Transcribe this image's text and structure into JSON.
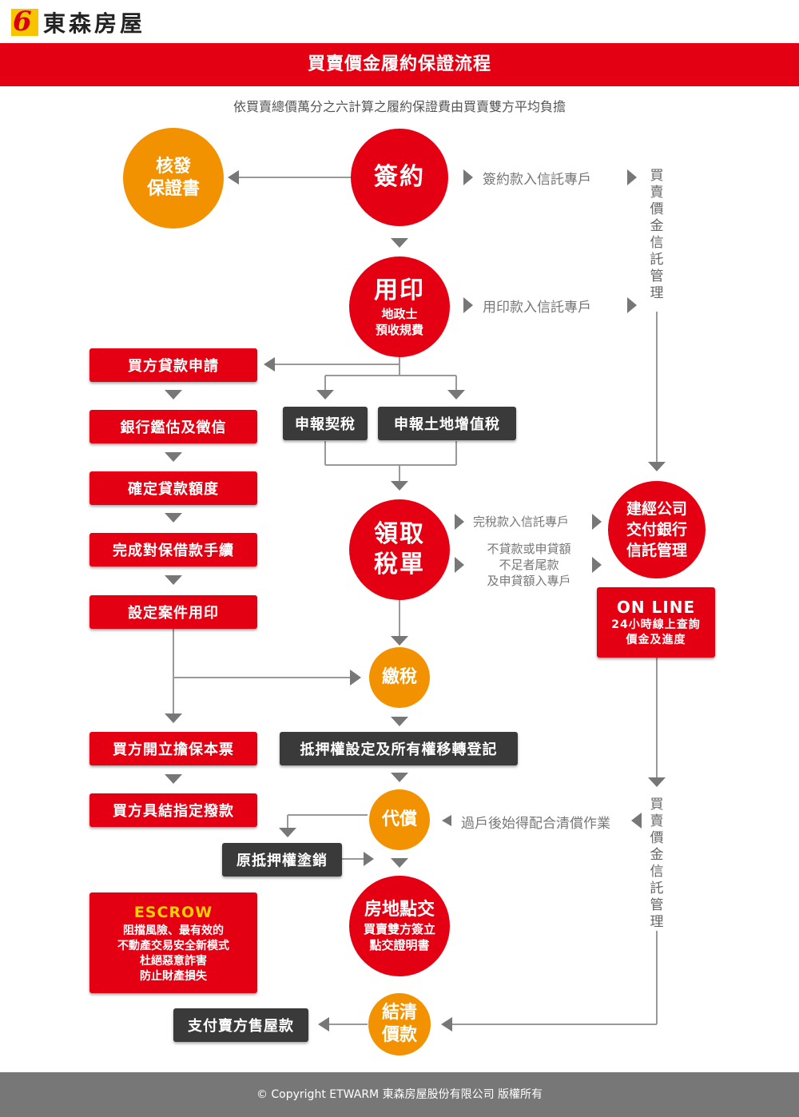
{
  "brand": {
    "mark": "6",
    "name": "東森房屋"
  },
  "title": "買賣價金履約保證流程",
  "subtitle": "依買賣總價萬分之六計算之履約保證費由買賣雙方平均負擔",
  "nodes": {
    "certificate": [
      "核發",
      "保證書"
    ],
    "signing": "簽約",
    "stamp": {
      "title": "用印",
      "sub1": "地政士",
      "sub2": "預收規費"
    },
    "tax_bill": [
      "領取",
      "稅單"
    ],
    "pay_tax": "繳稅",
    "payoff": "代償",
    "handover": {
      "title": "房地點交",
      "sub1": "買賣雙方簽立",
      "sub2": "點交證明書"
    },
    "settle": [
      "結清",
      "價款"
    ],
    "construction": [
      "建經公司",
      "交付銀行",
      "信託管理"
    ]
  },
  "buyer_steps": [
    "買方貸款申請",
    "銀行鑑估及徵信",
    "確定貸款額度",
    "完成對保借款手續",
    "設定案件用印",
    "買方開立擔保本票",
    "買方具結指定撥款"
  ],
  "boxes": {
    "deed_tax": "申報契稅",
    "land_tax": "申報土地增值稅",
    "mortgage_reg": "抵押權設定及所有權移轉登記",
    "cancel_mortgage": "原抵押權塗銷",
    "pay_seller": "支付賣方售屋款"
  },
  "labels": {
    "sign_deposit": "簽約款入信託專戶",
    "stamp_deposit": "用印款入信託專戶",
    "tax_deposit": "完稅款入信託專戶",
    "loan_note": [
      "不貸款或申貸額",
      "不足者尾款",
      "及申貸額入專戶"
    ],
    "after_transfer": "過戶後始得配合清償作業",
    "trust_vertical": "買賣價金信託管理"
  },
  "online": {
    "title": "ON LINE",
    "line1": "24小時線上查詢",
    "line2": "價金及進度"
  },
  "escrow": {
    "title": "ESCROW",
    "lines": [
      "阻擋風險、最有效的",
      "不動產交易安全新模式",
      "杜絕惡意詐害",
      "防止財產損失"
    ]
  },
  "footer": "© Copyright ETWARM 東森房屋股份有限公司 版權所有",
  "colors": {
    "red": "#e40012",
    "orange": "#f39200",
    "dark": "#3a3a3a",
    "gray": "#888888",
    "yellow": "#f6c400"
  }
}
